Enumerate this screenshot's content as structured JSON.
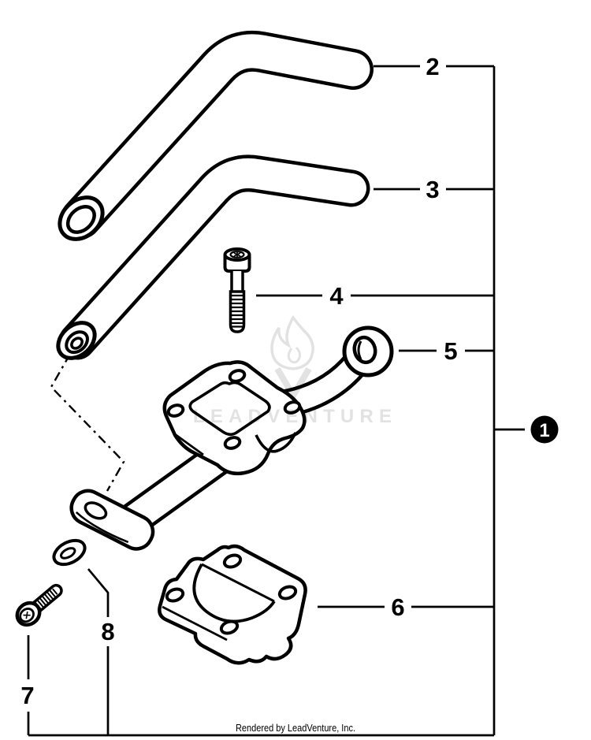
{
  "watermark": {
    "text": "LEADVENTURE",
    "color": "#e2e2e2"
  },
  "callouts": {
    "c1": "1",
    "c2": "2",
    "c3": "3",
    "c4": "4",
    "c5": "5",
    "c6": "6",
    "c7": "7",
    "c8": "8"
  },
  "colors": {
    "line": "#000000",
    "background": "#ffffff",
    "badge_fill": "#000000",
    "badge_text": "#ffffff"
  },
  "footer": {
    "credit": "Rendered by LeadVenture, Inc."
  }
}
